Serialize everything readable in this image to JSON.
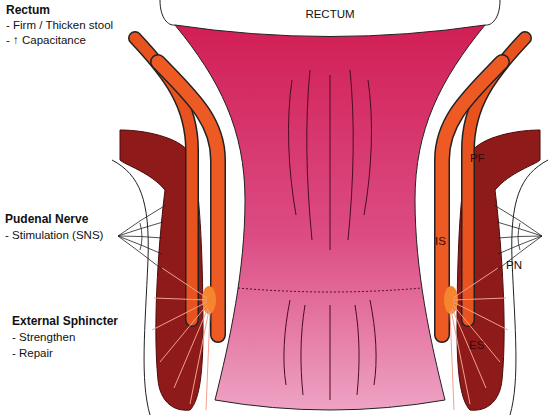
{
  "diagram": {
    "labels": [
      "RECTUM",
      "Rectum",
      "- Firm / Thicken stool",
      "- ↑ Capacitance",
      "PF",
      "Pudenal Nerve",
      "- Stimulation (SNS)",
      "IS",
      "PN",
      "External Sphincter",
      "- Strengthen",
      "- Repair",
      "ES"
    ]
  }
}
